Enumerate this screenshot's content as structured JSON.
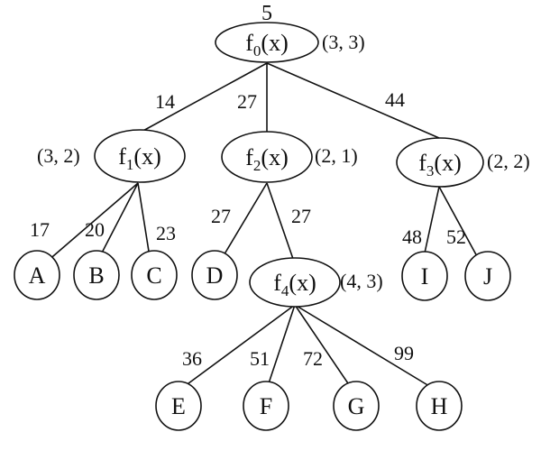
{
  "diagram": {
    "top_label": "5",
    "nodes": {
      "f0": {
        "base": "f",
        "sub": "0",
        "arg": "(x)",
        "annotation": "(3, 3)"
      },
      "f1": {
        "base": "f",
        "sub": "1",
        "arg": "(x)",
        "annotation": "(3, 2)"
      },
      "f2": {
        "base": "f",
        "sub": "2",
        "arg": "(x)",
        "annotation": "(2, 1)"
      },
      "f3": {
        "base": "f",
        "sub": "3",
        "arg": "(x)",
        "annotation": "(2, 2)"
      },
      "f4": {
        "base": "f",
        "sub": "4",
        "arg": "(x)",
        "annotation": "(4, 3)"
      },
      "A": {
        "label": "A"
      },
      "B": {
        "label": "B"
      },
      "C": {
        "label": "C"
      },
      "D": {
        "label": "D"
      },
      "E": {
        "label": "E"
      },
      "F": {
        "label": "F"
      },
      "G": {
        "label": "G"
      },
      "H": {
        "label": "H"
      },
      "I": {
        "label": "I"
      },
      "J": {
        "label": "J"
      }
    },
    "edges": {
      "f0_f1": {
        "from": "f0",
        "to": "f1",
        "weight": "14"
      },
      "f0_f2": {
        "from": "f0",
        "to": "f2",
        "weight": "27"
      },
      "f0_f3": {
        "from": "f0",
        "to": "f3",
        "weight": "44"
      },
      "f1_A": {
        "from": "f1",
        "to": "A",
        "weight": "17"
      },
      "f1_B": {
        "from": "f1",
        "to": "B",
        "weight": "20"
      },
      "f1_C": {
        "from": "f1",
        "to": "C",
        "weight": "23"
      },
      "f2_D": {
        "from": "f2",
        "to": "D",
        "weight": "27"
      },
      "f2_f4": {
        "from": "f2",
        "to": "f4",
        "weight": "27"
      },
      "f3_I": {
        "from": "f3",
        "to": "I",
        "weight": "48"
      },
      "f3_J": {
        "from": "f3",
        "to": "J",
        "weight": "52"
      },
      "f4_E": {
        "from": "f4",
        "to": "E",
        "weight": "36"
      },
      "f4_F": {
        "from": "f4",
        "to": "F",
        "weight": "51"
      },
      "f4_G": {
        "from": "f4",
        "to": "G",
        "weight": "72"
      },
      "f4_H": {
        "from": "f4",
        "to": "H",
        "weight": "99"
      }
    }
  }
}
